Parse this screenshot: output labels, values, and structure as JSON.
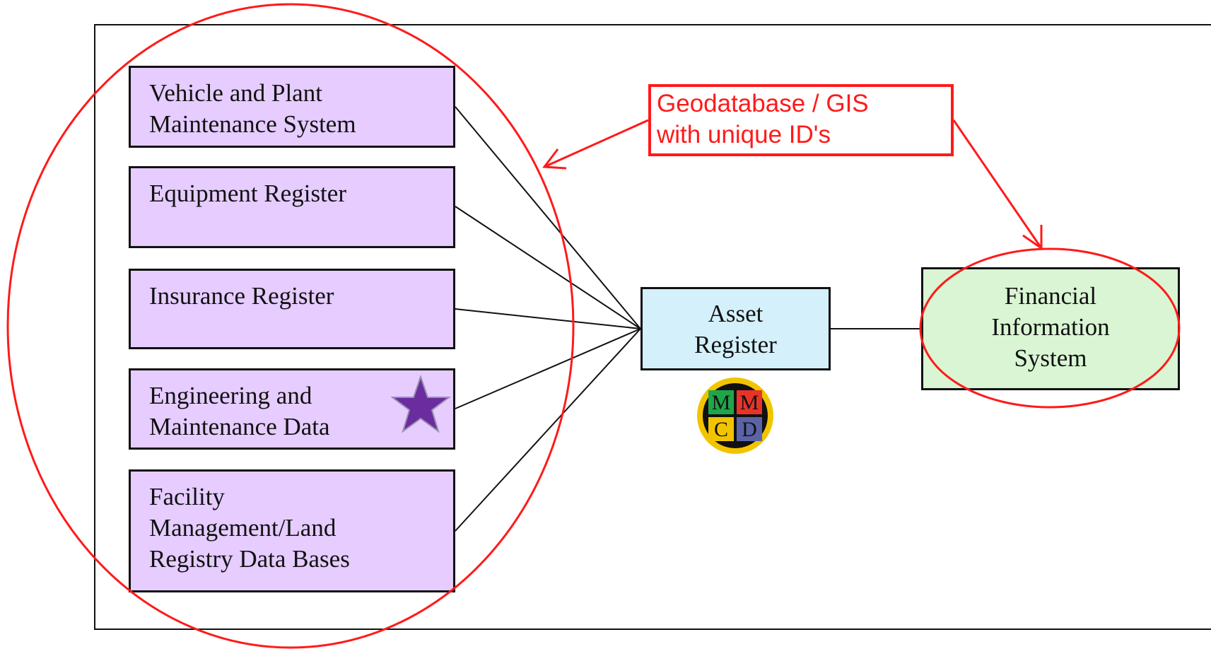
{
  "sources": [
    {
      "label": "Vehicle and Plant\nMaintenance System"
    },
    {
      "label": "Equipment Register"
    },
    {
      "label": "Insurance Register"
    },
    {
      "label": "Engineering and\nMaintenance Data"
    },
    {
      "label": "Facility\nManagement/Land\nRegistry Data Bases"
    }
  ],
  "asset_register": {
    "label": "Asset\nRegister"
  },
  "financial_system": {
    "label": "Financial\nInformation\nSystem"
  },
  "callout": {
    "label": "Geodatabase / GIS\nwith unique ID's"
  },
  "logo": {
    "letters": [
      "M",
      "M",
      "C",
      "D"
    ]
  },
  "colors": {
    "source_fill": "#e6ccff",
    "asset_fill": "#d4f0fb",
    "financial_fill": "#d9f5d3",
    "highlight": "#ff1a1a",
    "star": "#6a2c9e"
  },
  "icons": {
    "star": "star-icon",
    "logo": "mmcd-logo-icon"
  }
}
